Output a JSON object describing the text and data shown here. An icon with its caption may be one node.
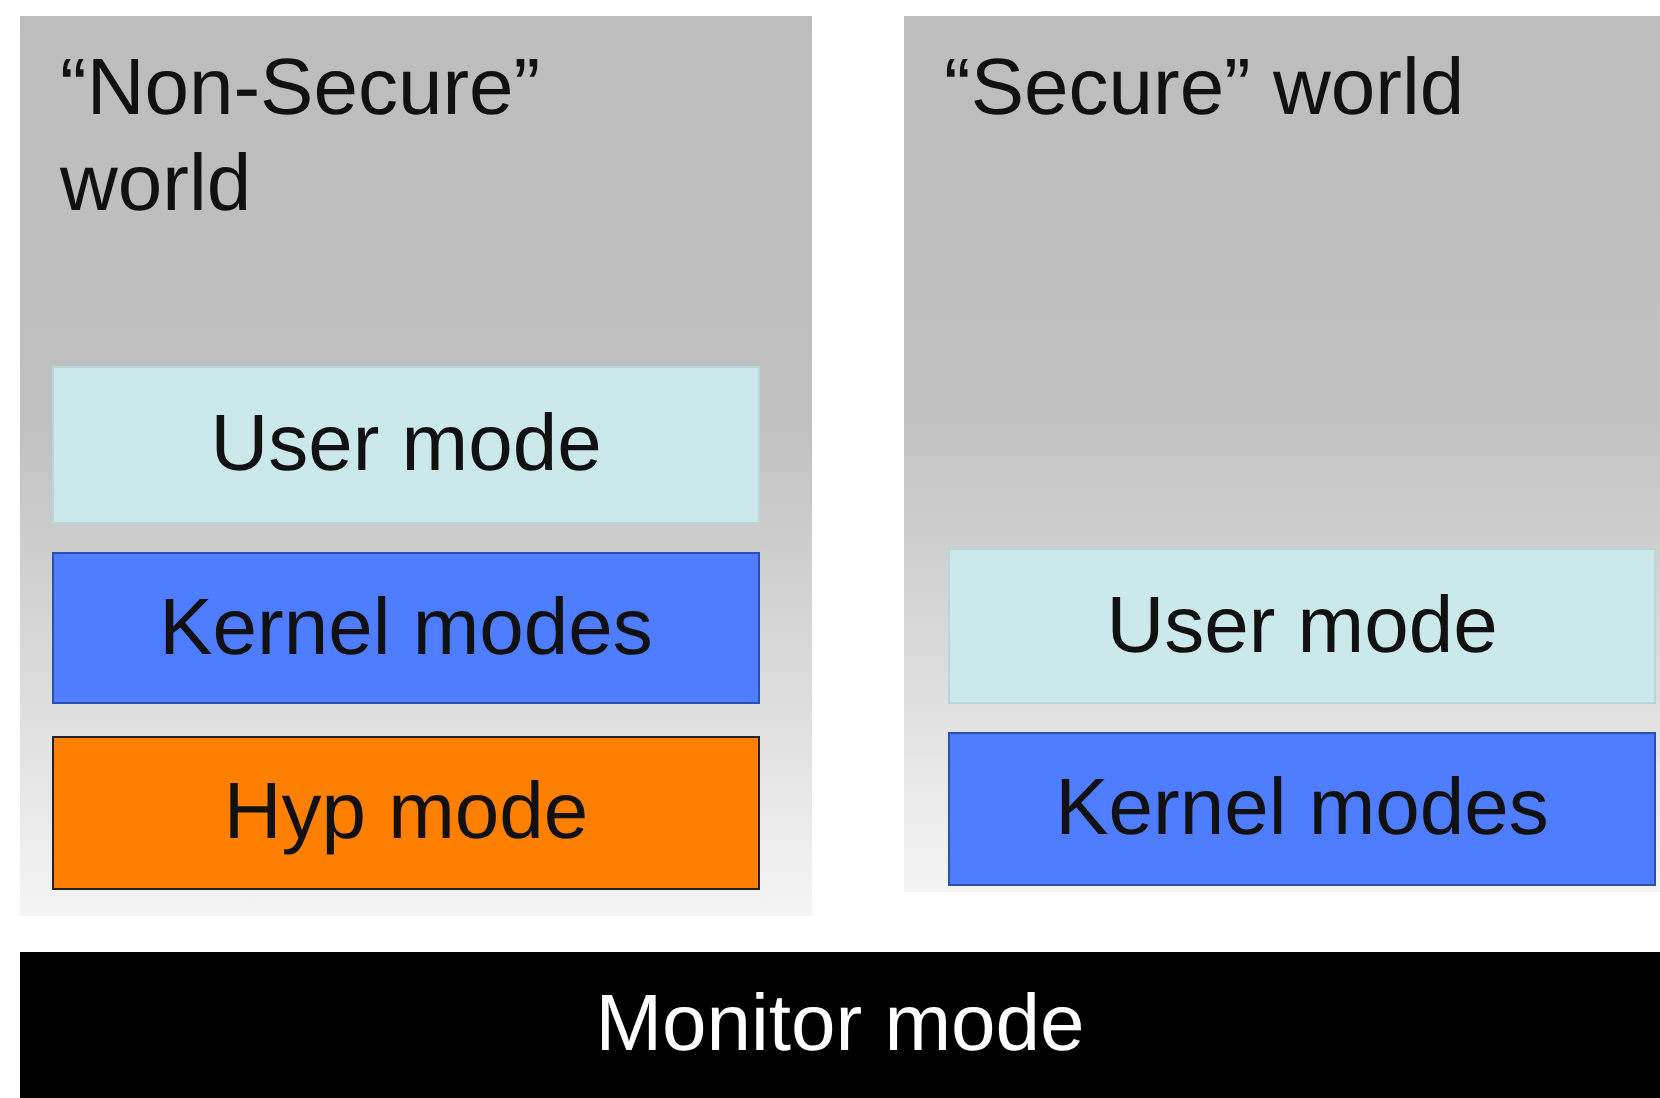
{
  "diagram": {
    "nodes": [
      {
        "text": [
          "“Non-Secure” world"
        ]
      },
      {
        "text": [
          "User mode"
        ],
        "in": 0
      },
      {
        "text": [
          "Kernel modes"
        ],
        "in": 0
      },
      {
        "text": [
          "Hyp mode"
        ],
        "in": 0
      },
      {
        "text": [
          "“Secure” world"
        ]
      },
      {
        "text": [
          "User mode"
        ],
        "in": 4
      },
      {
        "text": [
          "Kernel modes"
        ],
        "in": 4
      },
      {
        "text": [
          "Monitor mode"
        ]
      }
    ]
  }
}
